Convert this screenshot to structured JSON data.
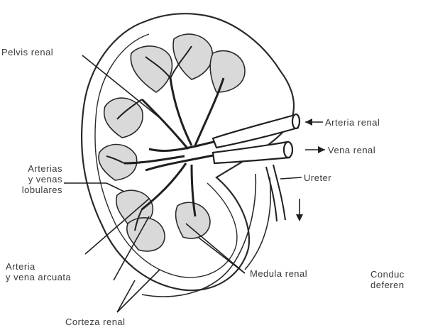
{
  "labels": {
    "pelvis_renal": "Pelvis renal",
    "arteria_renal": "Arteria renal",
    "vena_renal": "Vena renal",
    "ureter": "Ureter",
    "arterias_line1": "Arterias",
    "arterias_line2": "y venas",
    "arterias_line3": "lobulares",
    "arteria_arcuata_line1": "Arteria",
    "arteria_arcuata_line2": "y vena arcuata",
    "medula_renal": "Medula renal",
    "conducto_line1": "Conduc",
    "conducto_line2": "deferen",
    "corteza_renal": "Corteza renal"
  },
  "colors": {
    "ink": "#2a2a2a",
    "text": "#3a3a3a",
    "background": "#ffffff"
  }
}
